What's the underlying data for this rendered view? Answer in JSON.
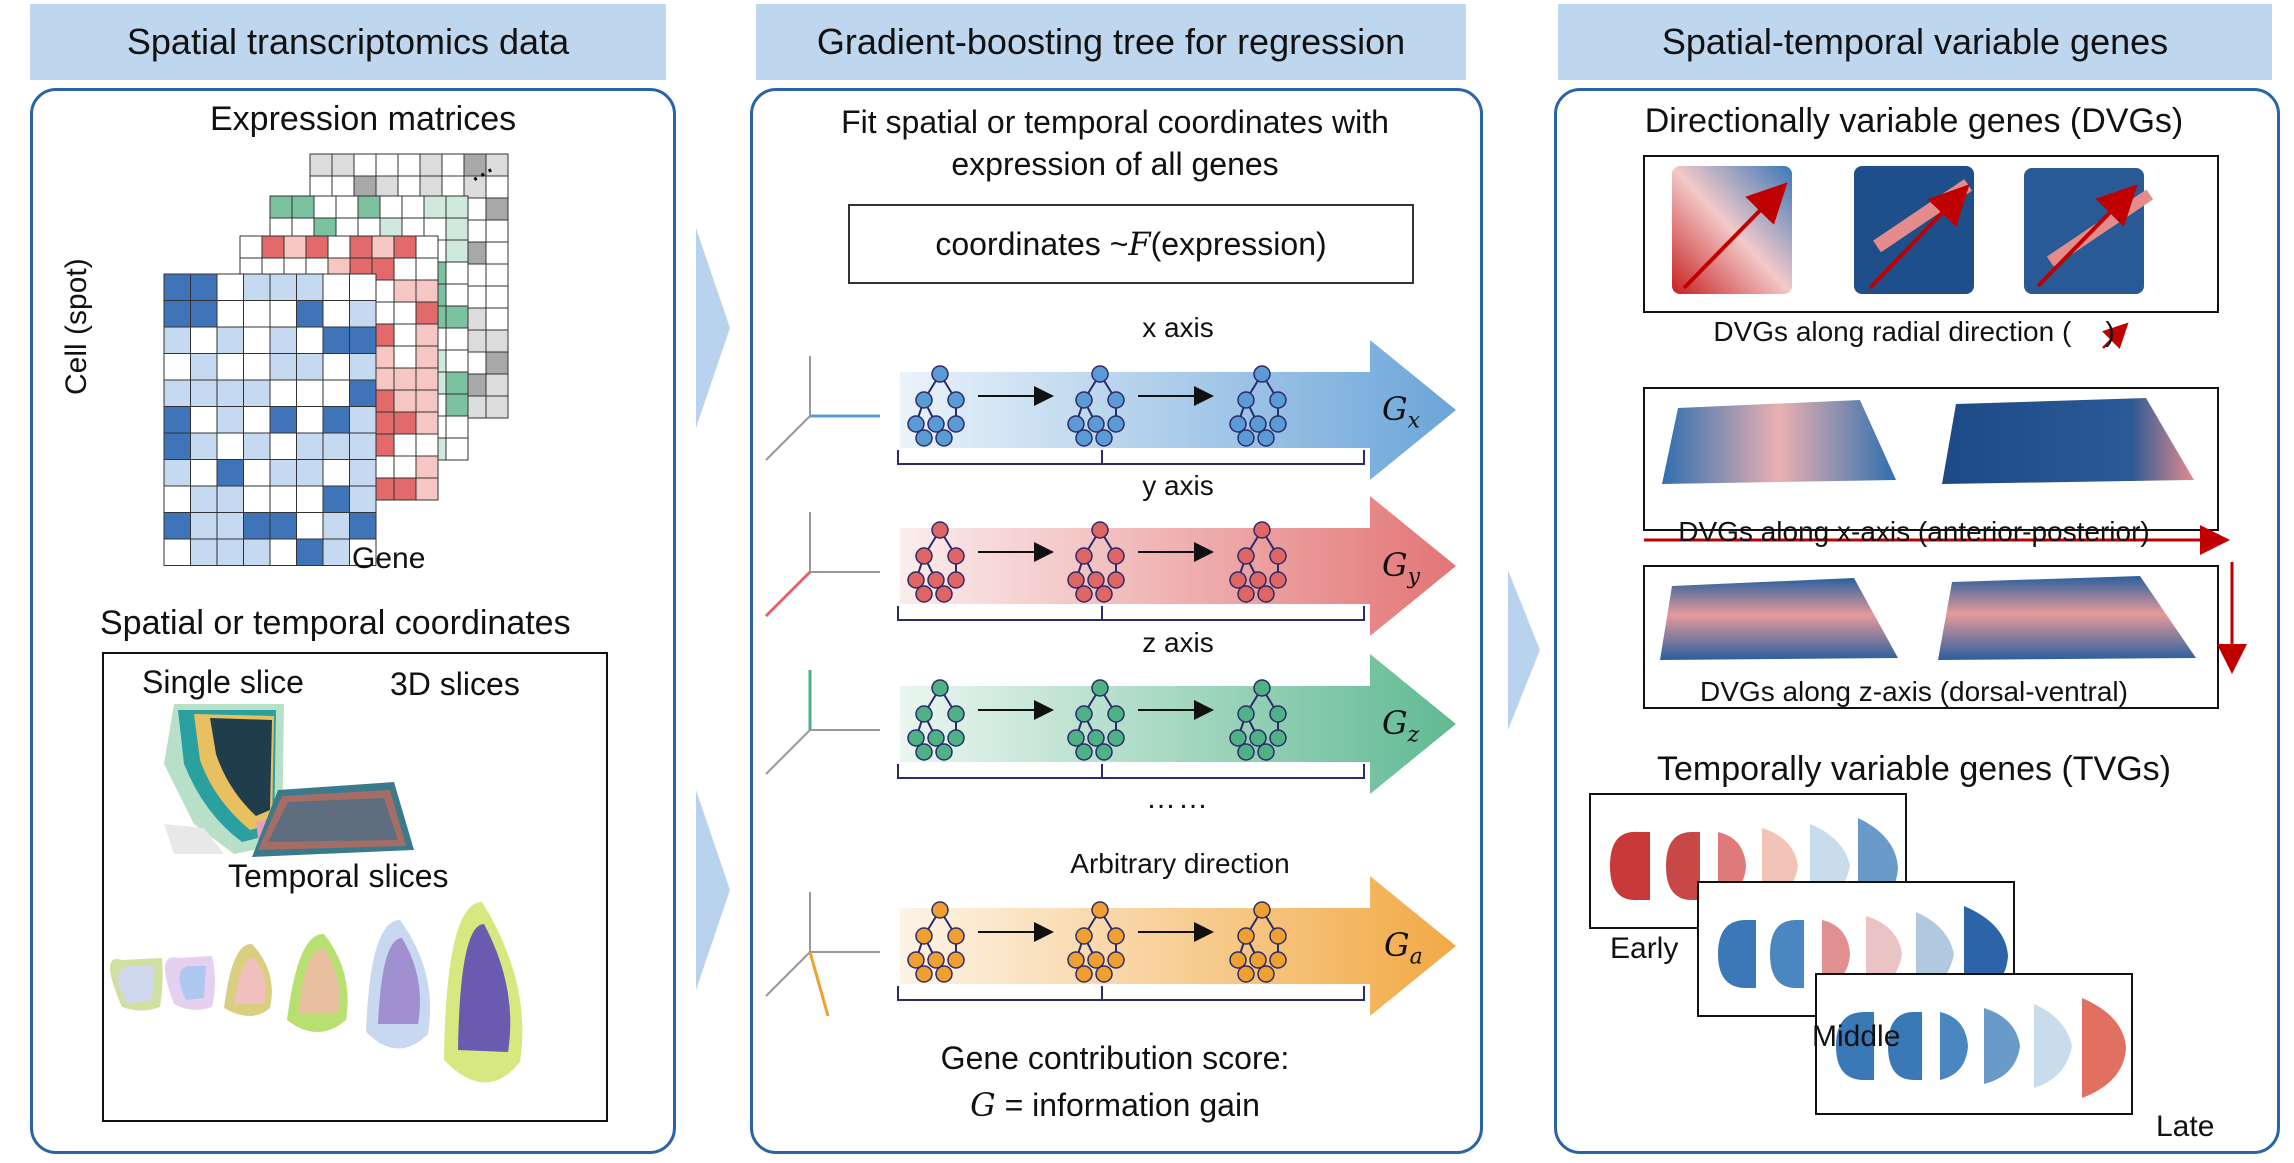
{
  "headers": {
    "left": "Spatial transcriptomics data",
    "middle": "Gradient-boosting tree for regression",
    "right": "Spatial-temporal variable genes"
  },
  "left_panel": {
    "matrices_title": "Expression matrices",
    "y_axis_label": "Cell (spot)",
    "x_axis_label": "Gene",
    "coords_title": "Spatial or temporal coordinates",
    "single_slice": "Single slice",
    "slices_3d": "3D slices",
    "temporal_slices": "Temporal slices"
  },
  "middle_panel": {
    "fit_line1": "Fit spatial or temporal coordinates with",
    "fit_line2": "expression of all genes",
    "formula_left": "coordinates ~ ",
    "formula_func": "F",
    "formula_right": "(expression)",
    "rows": [
      {
        "label": "x axis",
        "g": "G",
        "sub": "x",
        "color": "#5b9bd5"
      },
      {
        "label": "y axis",
        "g": "G",
        "sub": "y",
        "color": "#e06666"
      },
      {
        "label": "z axis",
        "g": "G",
        "sub": "z",
        "color": "#4fb286"
      },
      {
        "label": "Arbitrary direction",
        "g": "G",
        "sub": "a",
        "color": "#f0a030"
      }
    ],
    "ellipsis": "……",
    "score_line1": "Gene contribution score:",
    "score_g": "G",
    "score_line2": " = information gain"
  },
  "right_panel": {
    "dvg_title": "Directionally variable genes (DVGs)",
    "dvg_radial_caption": "DVGs along radial direction (",
    "dvg_radial_caption_end": ")",
    "dvg_x_caption": "DVGs along x-axis (anterior-posterior)",
    "dvg_z_caption": "DVGs along z-axis (dorsal-ventral)",
    "tvg_title": "Temporally variable genes (TVGs)",
    "early": "Early",
    "middle": "Middle",
    "late": "Late"
  },
  "colors": {
    "header_bg": "#bfd6ef",
    "panel_border": "#2a63a8",
    "blue": "#5b9bd5",
    "red": "#e06666",
    "green": "#4fb286",
    "orange": "#f0a030",
    "dark_red": "#c00000"
  }
}
